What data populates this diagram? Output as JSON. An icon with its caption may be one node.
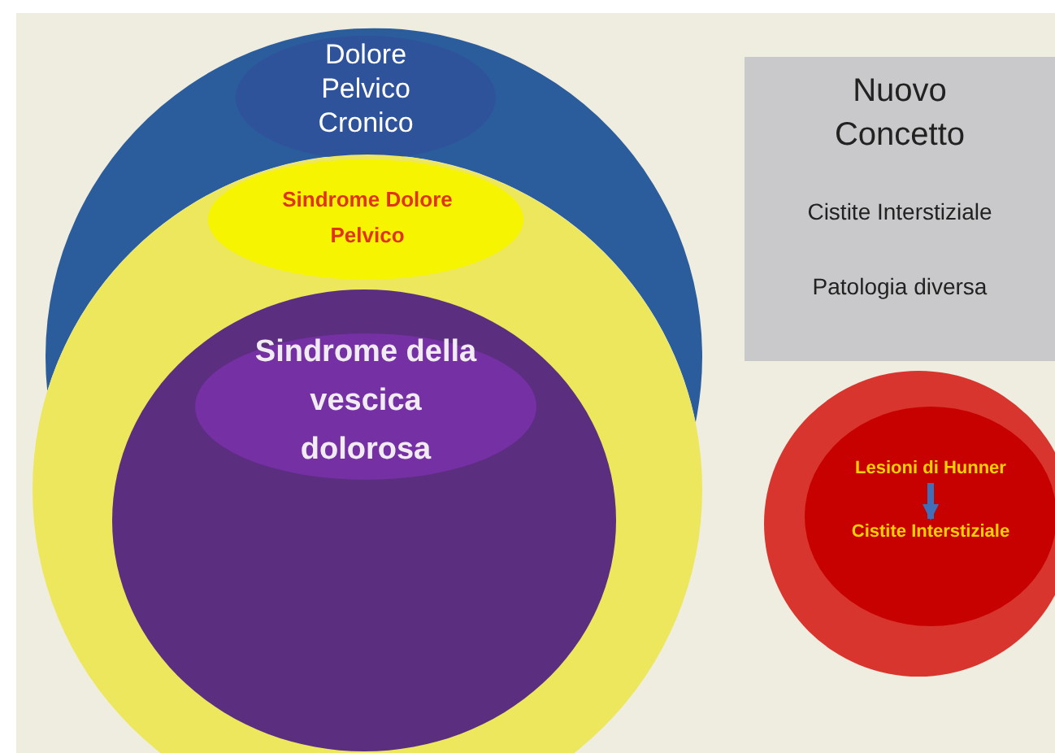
{
  "diagram": {
    "nodes": [
      {
        "text": [
          "Dolore Pelvico Cronico"
        ]
      },
      {
        "text": [
          "Sindrome Dolore Pelvico"
        ]
      },
      {
        "text": [
          "Sindrome della vescica dolorosa"
        ],
        "in": 1
      },
      {
        "text": [
          "Nuovo Concetto",
          "Cistite Interstiziale",
          "Patologia diversa"
        ]
      },
      {
        "text": [],
        "shape": "circle"
      },
      {
        "text": [],
        "shape": "circle",
        "in": 4
      },
      {
        "text": [
          "Lesioni di Hunner"
        ],
        "in": 5
      },
      {
        "text": [
          "Cistite Interstiziale"
        ],
        "in": 5
      }
    ],
    "edges": [
      {
        "from": 6,
        "to": 7,
        "arrow": "to"
      }
    ]
  }
}
